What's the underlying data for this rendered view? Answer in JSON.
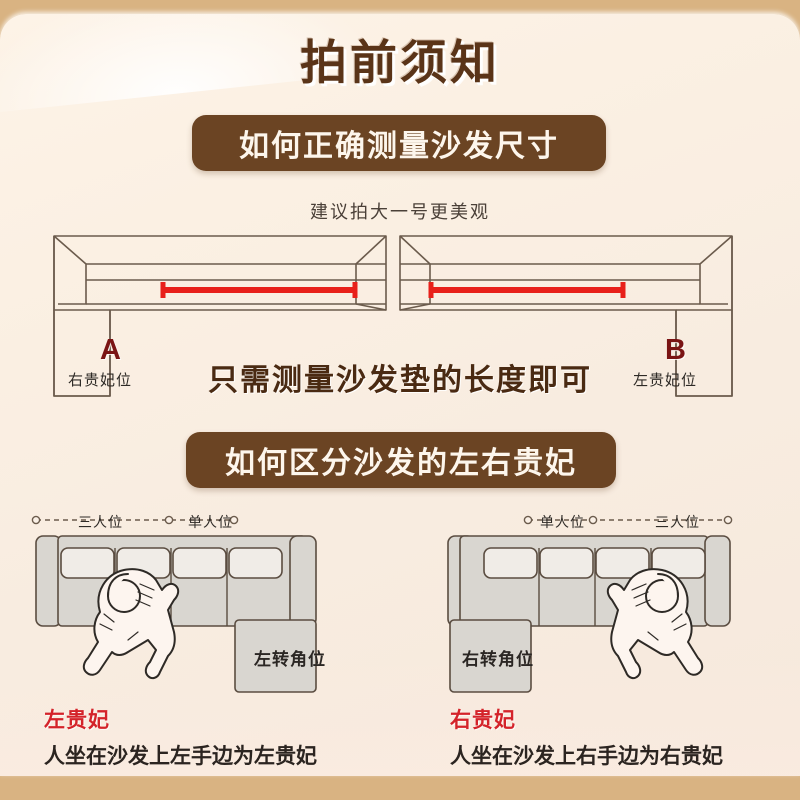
{
  "page": {
    "title": "拍前须知",
    "background_top_band_color": "#d9b382",
    "card_background_color": "#fbf0e3"
  },
  "banners": {
    "measure": "如何正确测量沙发尺寸",
    "distinguish": "如何区分沙发的左右贵妃",
    "color": "#6b4423",
    "text_color": "#fdf6ec"
  },
  "measure_section": {
    "sub_note": "建议拍大一号更美观",
    "caption": "只需测量沙发垫的长度即可",
    "measure_line_color": "#e8201a",
    "sofa_a": {
      "letter": "A",
      "position_label": "右贵妃位"
    },
    "sofa_b": {
      "letter": "B",
      "position_label": "左贵妃位"
    },
    "letter_color": "#7a1414"
  },
  "distinguish_section": {
    "left_diagram": {
      "dim_three_seat": "三人位",
      "dim_single_seat": "单人位",
      "corner_label": "左转角位",
      "caption_head": "左贵妃",
      "caption_body": "人坐在沙发上左手边为左贵妃"
    },
    "right_diagram": {
      "dim_single_seat": "单人位",
      "dim_three_seat": "三人位",
      "corner_label": "右转角位",
      "caption_head": "右贵妃",
      "caption_body": "人坐在沙发上右手边为右贵妃"
    },
    "caption_head_color": "#d4232a",
    "caption_body_color": "#2b2420"
  }
}
